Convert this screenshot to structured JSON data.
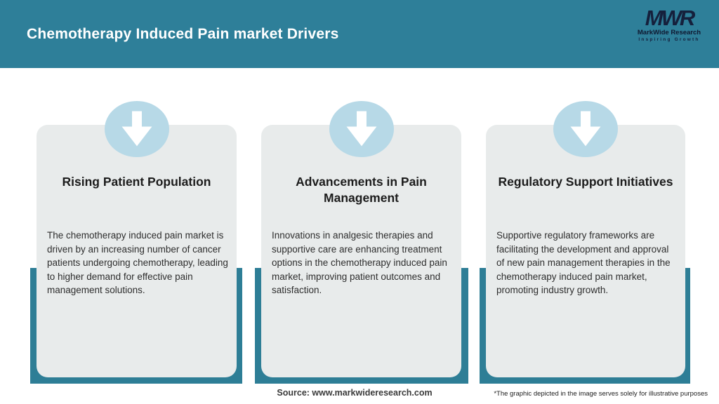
{
  "header": {
    "title": "Chemotherapy Induced Pain market Drivers",
    "bg_color": "#2E7F99",
    "logo": {
      "mark": "MWR",
      "name": "MarkWide Research",
      "tagline": "Inspiring Growth"
    }
  },
  "cards": [
    {
      "icon": "arrow-down-icon",
      "title": "Rising Patient Population",
      "description": "The chemotherapy induced pain market is driven by an increasing number of cancer patients undergoing chemotherapy, leading to higher demand for effective pain management solutions."
    },
    {
      "icon": "arrow-down-icon",
      "title": "Advancements in Pain Management",
      "description": "Innovations in analgesic therapies and supportive care are enhancing treatment options in the chemotherapy induced pain market, improving patient outcomes and satisfaction."
    },
    {
      "icon": "arrow-down-icon",
      "title": "Regulatory Support Initiatives",
      "description": "Supportive regulatory frameworks are facilitating the development and approval of new pain management therapies in the chemotherapy induced pain market, promoting industry growth."
    }
  ],
  "footer": {
    "source": "Source: www.markwideresearch.com",
    "disclaimer": "*The graphic depicted in the image serves solely for illustrative purposes"
  },
  "colors": {
    "accent_teal": "#2E7E96",
    "circle_blue": "#B7D9E7",
    "card_bg": "#E8EBEB",
    "logo_navy": "#15203C"
  }
}
